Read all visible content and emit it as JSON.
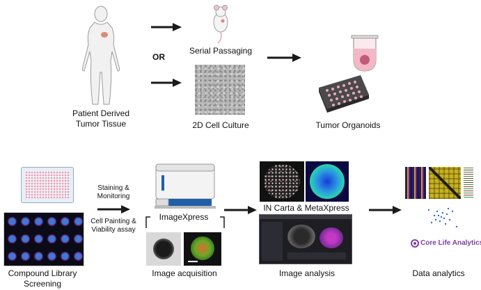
{
  "top_flow": {
    "patient_label_line1": "Patient Derived",
    "patient_label_line2": "Tumor Tissue",
    "or_label": "OR",
    "serial_passaging_label": "Serial Passaging",
    "cell_culture_label": "2D Cell Culture",
    "organoids_label": "Tumor Organoids"
  },
  "bottom_flow": {
    "compound_label_line1": "Compound Library",
    "compound_label_line2": "Screening",
    "staining_line1": "Staining &",
    "staining_line2": "Monitoring",
    "painting_line1": "Cell Painting &",
    "painting_line2": "Viability assay",
    "device_label": "ImageXpress",
    "acquisition_label": "Image acquisition",
    "software_label": "IN Carta & MetaXpress",
    "analysis_label": "Image analysis",
    "brand_label": "Core Life Analytics",
    "analytics_label": "Data analytics"
  },
  "colors": {
    "arrow": "#1a1a1a",
    "tissue": "#d98b7a",
    "organoid_fluid": "#f2b8c6",
    "plate_pink": "#e6a0b8",
    "brand_purple": "#7b3fa0",
    "device_blue": "#1f5fa8"
  }
}
